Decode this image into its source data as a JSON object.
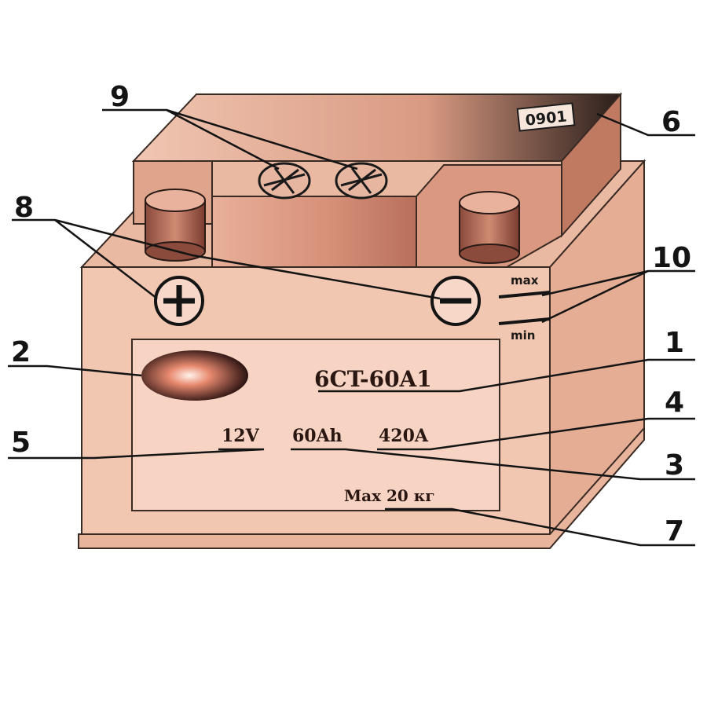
{
  "callouts": {
    "c1": "1",
    "c2": "2",
    "c3": "3",
    "c4": "4",
    "c5": "5",
    "c6": "6",
    "c7": "7",
    "c8": "8",
    "c9": "9",
    "c10": "10"
  },
  "battery": {
    "model": "6CT-60A1",
    "voltage": "12V",
    "capacity": "60Ah",
    "current": "420A",
    "weight": "Max 20 кг",
    "date_code": "0901",
    "level_max": "max",
    "level_min": "min"
  },
  "colors": {
    "case": "#f0c2ab",
    "case_dark": "#d49a80",
    "lid": "#e6a98e",
    "lid_dark": "#1c1614",
    "label": "#f6d3c2",
    "ink": "#1a1a1a"
  }
}
